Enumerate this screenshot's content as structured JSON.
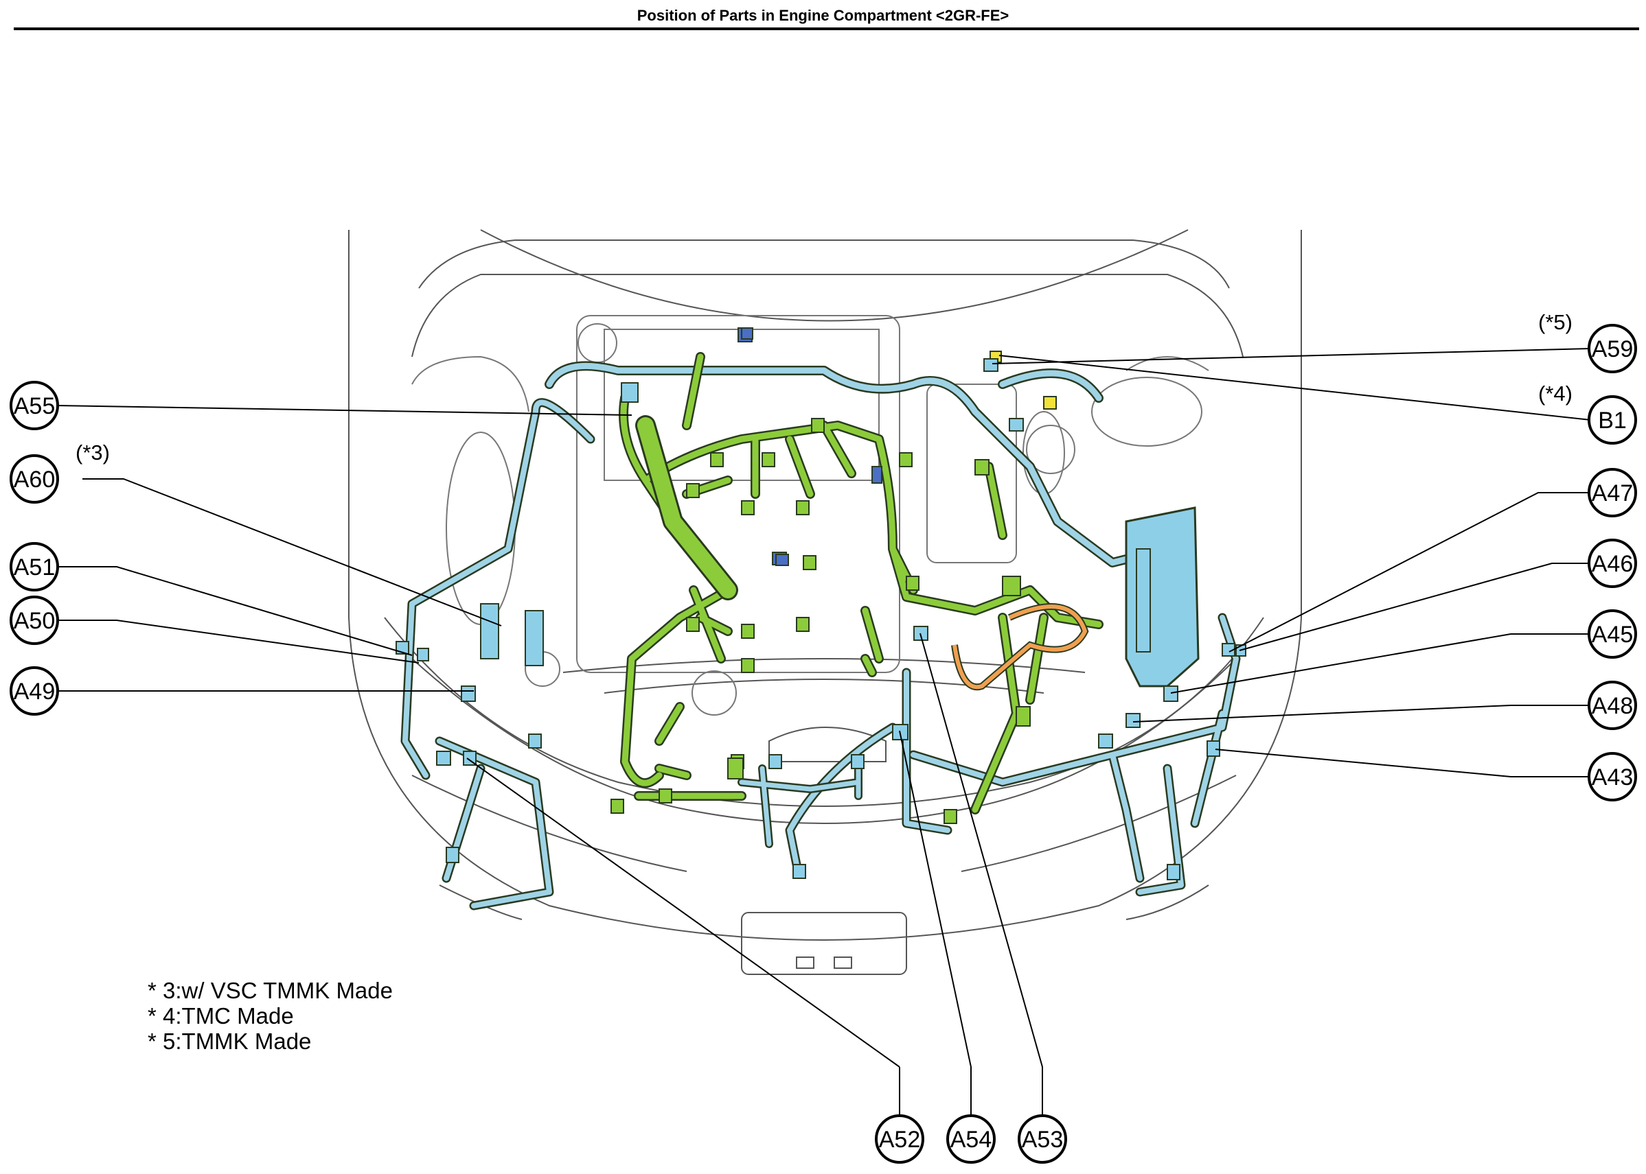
{
  "title": "Position of Parts in Engine Compartment <2GR-FE>",
  "colors": {
    "main_harness": "#8ccc3a",
    "harness_outline": "#2a3a20",
    "connector_blue": "#8ecfe8",
    "sub_harness_blue": "#9fd3e6",
    "dark_blue_connector": "#4a6fc4",
    "orange_harness": "#f0a050",
    "yellow_connector": "#f2e23a",
    "line_art": "#444444"
  },
  "callouts": [
    {
      "id": "A55"
    },
    {
      "id": "A60",
      "note": "(*3)"
    },
    {
      "id": "A51"
    },
    {
      "id": "A50"
    },
    {
      "id": "A49"
    },
    {
      "id": "A59",
      "note": "(*5)"
    },
    {
      "id": "B1",
      "note": "(*4)"
    },
    {
      "id": "A47"
    },
    {
      "id": "A46"
    },
    {
      "id": "A45"
    },
    {
      "id": "A48"
    },
    {
      "id": "A43"
    },
    {
      "id": "A52"
    },
    {
      "id": "A54"
    },
    {
      "id": "A53"
    }
  ],
  "notes": [
    "* 3:w/ VSC TMMK Made",
    "* 4:TMC Made",
    "* 5:TMMK Made"
  ]
}
